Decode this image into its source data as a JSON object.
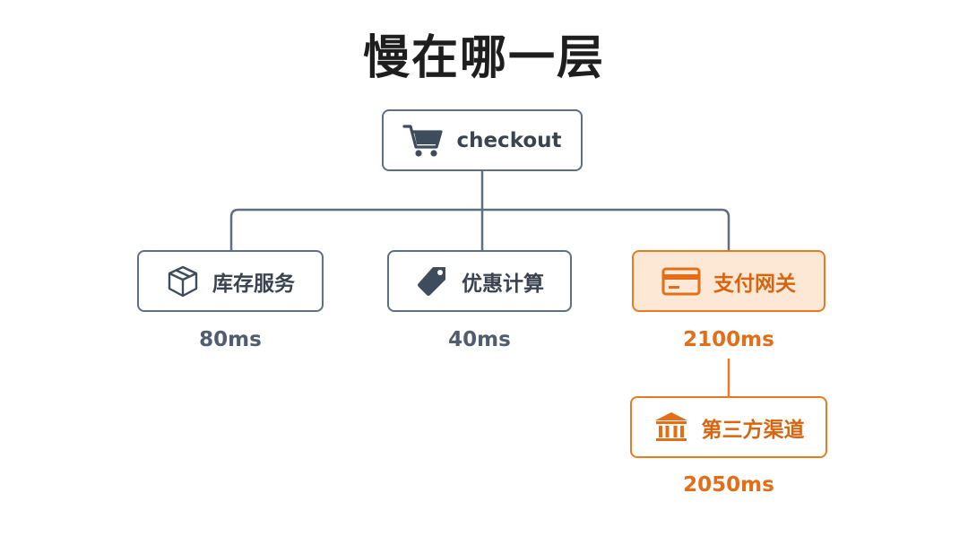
{
  "title": "慢在哪一层",
  "root": {
    "label": "checkout",
    "icon": "shopping-cart-icon"
  },
  "services": [
    {
      "label": "库存服务",
      "latency": "80ms",
      "icon": "box-icon"
    },
    {
      "label": "优惠计算",
      "latency": "40ms",
      "icon": "tag-icon"
    },
    {
      "label": "支付网关",
      "latency": "2100ms",
      "icon": "credit-card-icon",
      "highlight": true
    }
  ],
  "downstream": {
    "label": "第三方渠道",
    "latency": "2050ms",
    "icon": "bank-icon"
  },
  "colors": {
    "neutral_border": "#5f6e80",
    "neutral_text": "#3a4350",
    "highlight_border": "#ea7a22",
    "highlight_fill": "#fde8d6",
    "highlight_text": "#e46d18"
  }
}
